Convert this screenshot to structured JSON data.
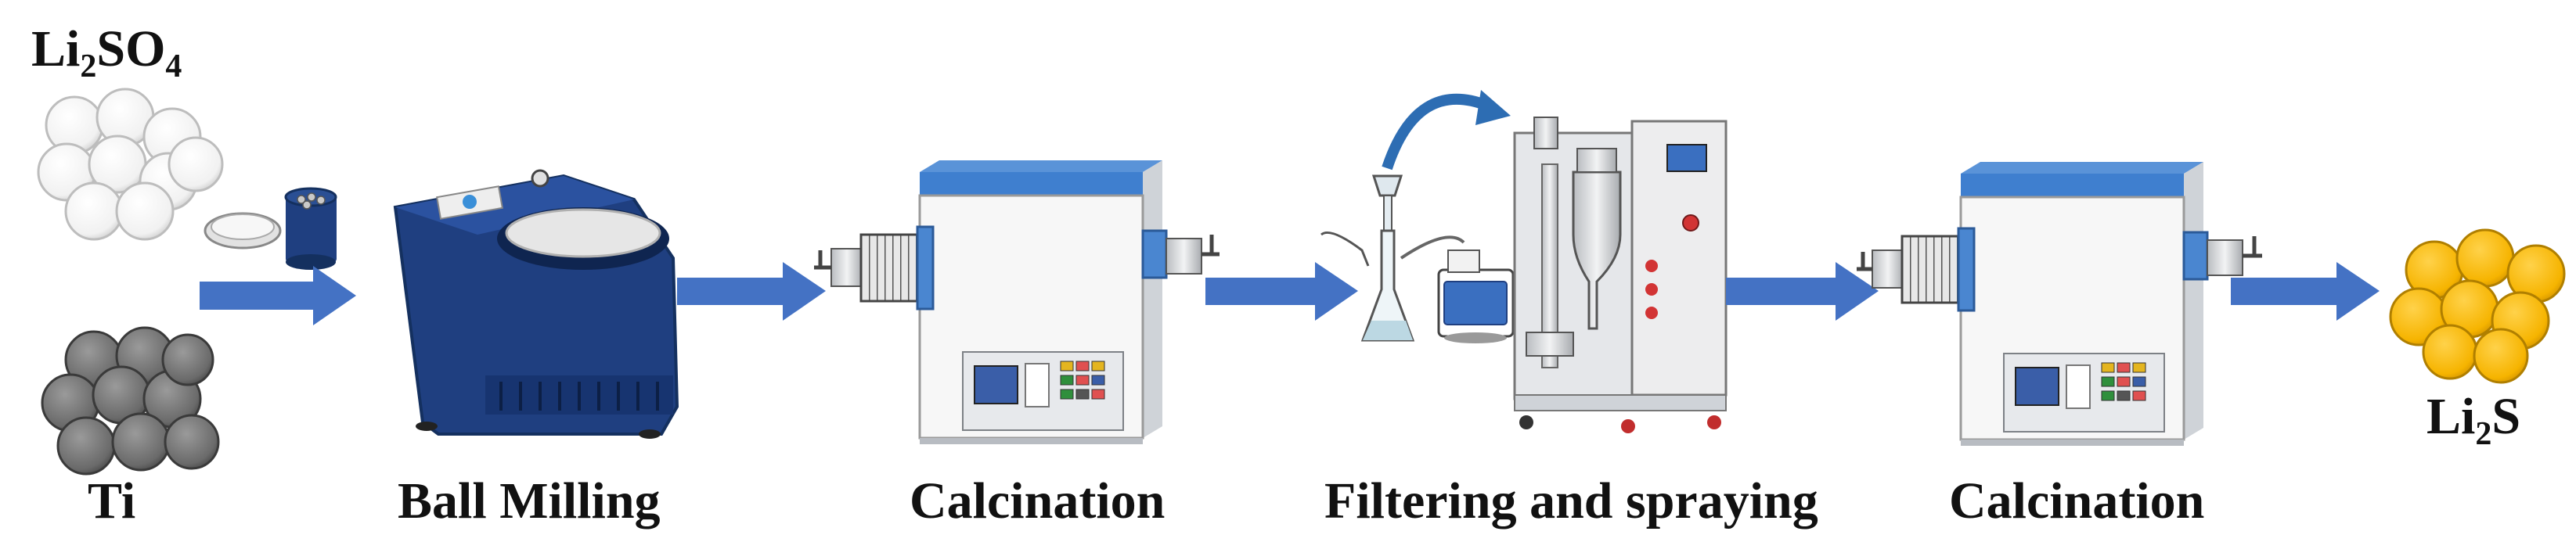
{
  "reactants": {
    "top": {
      "main": "Li",
      "sub1": "2",
      "mid": "SO",
      "sub2": "4"
    },
    "bottom": "Ti"
  },
  "steps": {
    "ball_milling": "Ball Milling",
    "calcination_1": "Calcination",
    "filtering_spraying": "Filtering and spraying",
    "calcination_2": "Calcination"
  },
  "product": {
    "main": "Li",
    "sub": "2",
    "tail": "S"
  },
  "colors": {
    "arrow": "#4472c4",
    "mill_body": "#1f3f80",
    "furnace_top": "#3f7fcf",
    "white_particles": "#f4f4f4",
    "grey_particles": "#6e6e6e",
    "product_particles": "#f6b400"
  }
}
